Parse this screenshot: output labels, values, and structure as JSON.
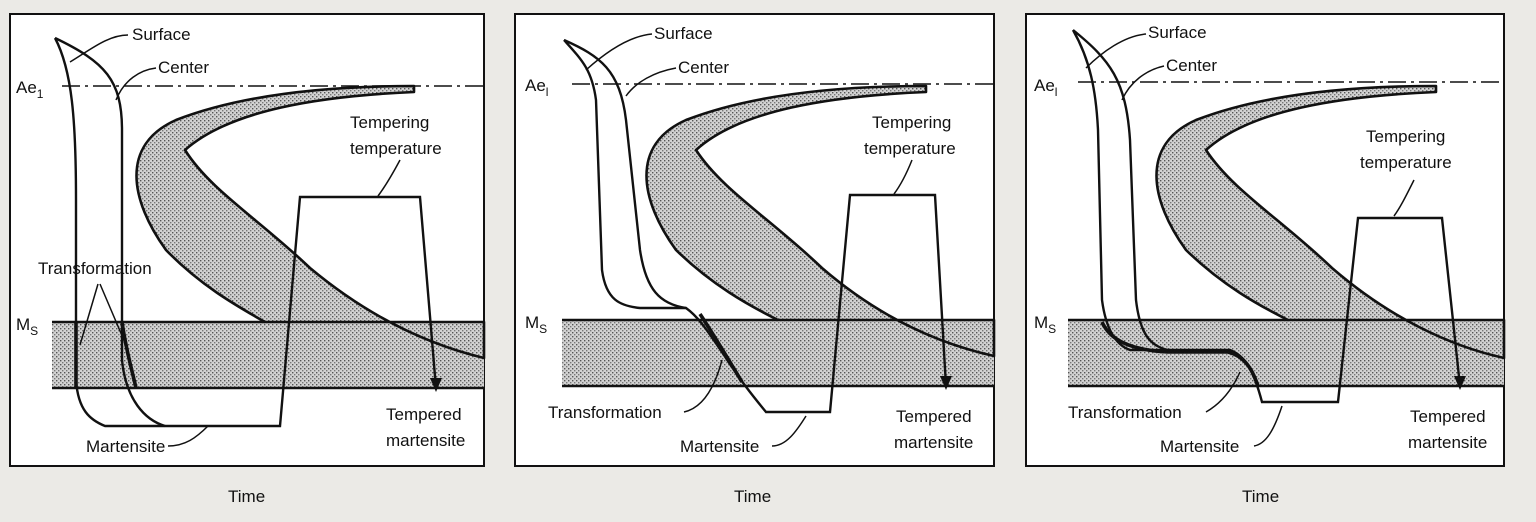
{
  "panels": [
    {
      "labels": {
        "surface": "Surface",
        "center": "Center",
        "ae1_main": "Ae",
        "ae1_sub": "1",
        "ms_main": "M",
        "ms_sub": "S",
        "tempering_1": "Tempering",
        "tempering_2": "temperature",
        "transformation": "Transformation",
        "martensite": "Martensite",
        "tempered_1": "Tempered",
        "tempered_2": "martensite",
        "x_axis": "Time"
      }
    },
    {
      "labels": {
        "surface": "Surface",
        "center": "Center",
        "ae1_main": "Ae",
        "ae1_sub": "l",
        "ms_main": "M",
        "ms_sub": "S",
        "tempering_1": "Tempering",
        "tempering_2": "temperature",
        "transformation": "Transformation",
        "martensite": "Martensite",
        "tempered_1": "Tempered",
        "tempered_2": "martensite",
        "x_axis": "Time"
      }
    },
    {
      "labels": {
        "surface": "Surface",
        "center": "Center",
        "ae1_main": "Ae",
        "ae1_sub": "l",
        "ms_main": "M",
        "ms_sub": "S",
        "tempering_1": "Tempering",
        "tempering_2": "temperature",
        "transformation": "Transformation",
        "martensite": "Martensite",
        "tempered_1": "Tempered",
        "tempered_2": "martensite",
        "x_axis": "Time"
      }
    }
  ],
  "colors": {
    "line": "#111111",
    "fill_stipple": "#b9b9b9",
    "paper": "#ffffff",
    "background": "#ebeae6"
  }
}
